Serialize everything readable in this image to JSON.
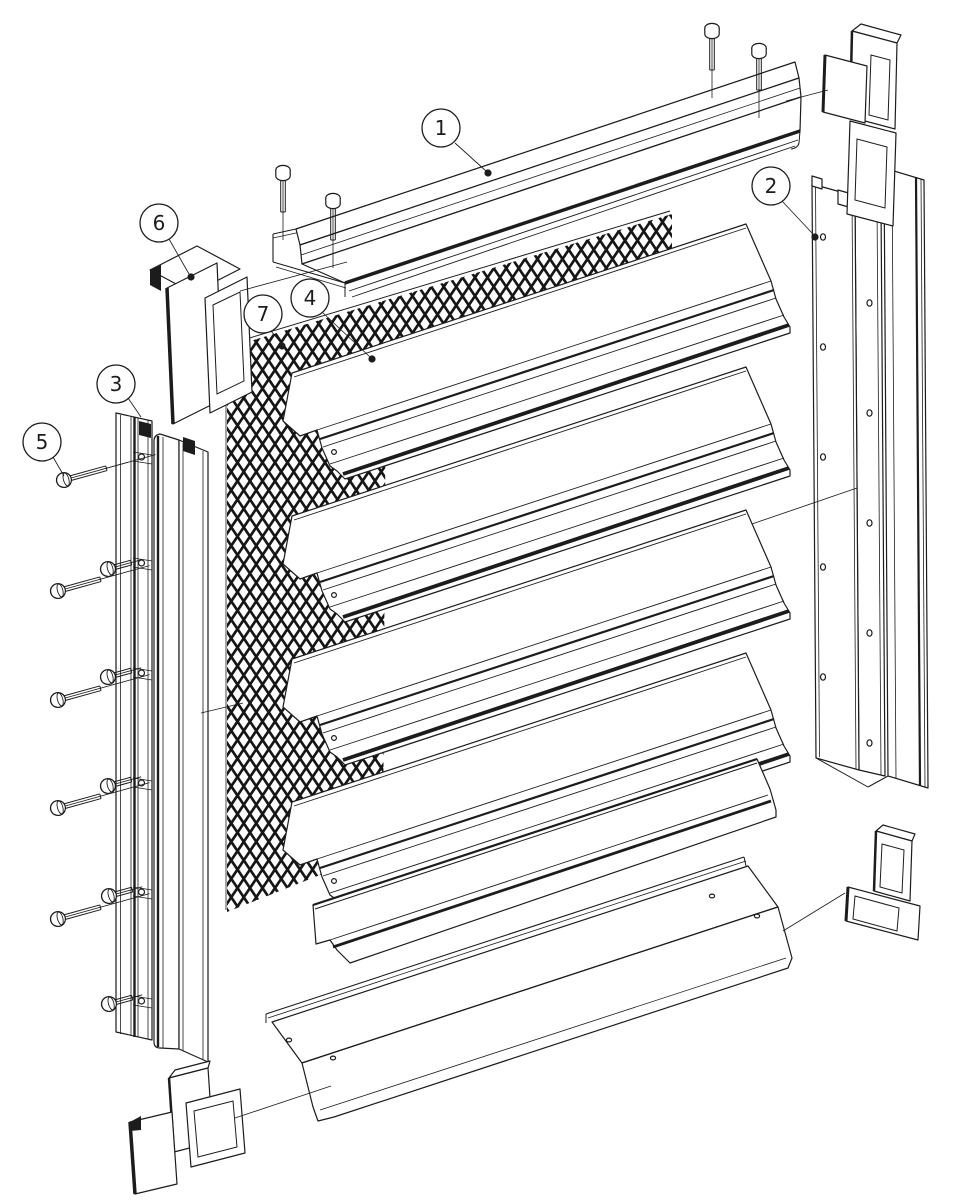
{
  "diagram": {
    "type": "exploded-assembly-drawing",
    "subject": "louver-panel-assembly",
    "colors": {
      "line": "#1c1c1c",
      "background": "#ffffff"
    },
    "callouts": [
      {
        "number": "1",
        "part": "top-frame-channel"
      },
      {
        "number": "2",
        "part": "right-jamb-channel"
      },
      {
        "number": "3",
        "part": "left-jamb-channel"
      },
      {
        "number": "4",
        "part": "louver-blade-bank"
      },
      {
        "number": "5",
        "part": "hex-bolt-fastener"
      },
      {
        "number": "6",
        "part": "corner-bracket"
      },
      {
        "number": "7",
        "part": "mesh-screen"
      }
    ]
  }
}
